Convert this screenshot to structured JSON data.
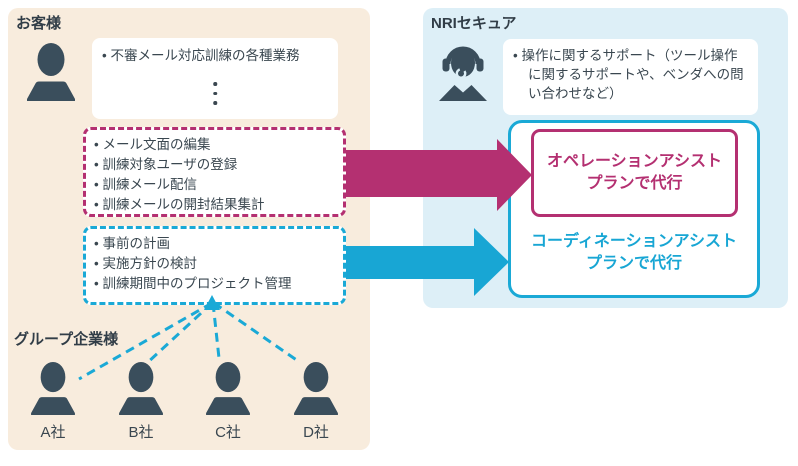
{
  "left_panel": {
    "title": "お客様",
    "tasks_box": {
      "item": "不審メール対応訓練の各種業務"
    },
    "operation_tasks": {
      "items": [
        "メール文面の編集",
        "訓練対象ユーザの登録",
        "訓練メール配信",
        "訓練メールの開封結果集計"
      ]
    },
    "coordination_tasks": {
      "items": [
        "事前の計画",
        "実施方針の検討",
        "訓練期間中のプロジェクト管理"
      ]
    },
    "group_title": "グループ企業様",
    "companies": [
      "A社",
      "B社",
      "C社",
      "D社"
    ]
  },
  "right_panel": {
    "title": "NRIセキュア",
    "support_item": "操作に関するサポート（ツール操作に関するサポートや、ベンダへの問い合わせなど）",
    "operation_plan": {
      "line1": "オペレーションアシスト",
      "line2": "プランで代行"
    },
    "coordination_plan": {
      "line1": "コーディネーションアシスト",
      "line2": "プランで代行"
    }
  },
  "icons": {
    "customer": "person-silhouette",
    "nri": "support-agent-headset",
    "ellipsis": "vertical-dots",
    "operation_arrow": "right-block-arrow-magenta",
    "coordination_arrow": "right-block-arrow-cyan",
    "group_links": "dashed-lines-converging-up-arrow"
  },
  "colors": {
    "customer_panel_bg": "#f8ecdd",
    "nri_panel_bg": "#ddeff7",
    "magenta": "#b43071",
    "cyan": "#1aa9d6",
    "dark_slate": "#3a4e5c"
  }
}
